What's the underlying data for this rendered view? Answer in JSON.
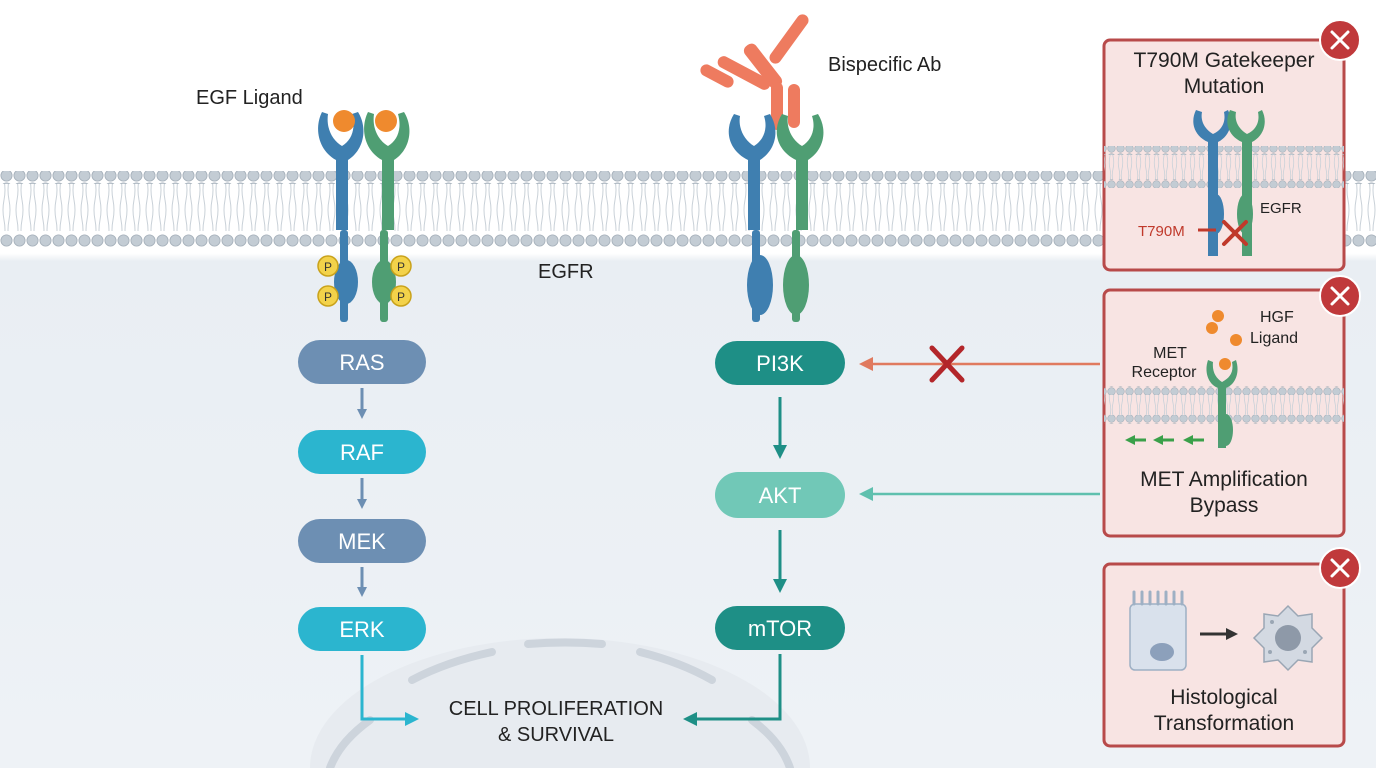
{
  "labels": {
    "egf_ligand": "EGF Ligand",
    "egfr": "EGFR",
    "bispecific_ab": "Bispecific Ab",
    "phospho": "P",
    "outcome_line1": "CELL PROLIFERATION",
    "outcome_line2": "& SURVIVAL"
  },
  "pathway_left": [
    "RAS",
    "RAF",
    "MEK",
    "ERK"
  ],
  "pathway_right": [
    "PI3K",
    "AKT",
    "mTOR"
  ],
  "resistance_panels": {
    "t790m": {
      "title_line1": "T790M Gatekeeper",
      "title_line2": "Mutation",
      "mutation_label": "T790M",
      "receptor_label": "EGFR"
    },
    "met": {
      "ligand_label_line1": "HGF",
      "ligand_label_line2": "Ligand",
      "receptor_label_line1": "MET",
      "receptor_label_line2": "Receptor",
      "title_line1": "MET Amplification",
      "title_line2": "Bypass"
    },
    "histo": {
      "title_line1": "Histological",
      "title_line2": "Transformation"
    }
  },
  "colors": {
    "receptor_blue": "#3f7fb0",
    "receptor_green": "#4f9e73",
    "ligand": "#ef8a2e",
    "antibody": "#ee7b5f",
    "ras_mek": "#6d8fb3",
    "raf_erk": "#2bb5cf",
    "pi3k_mtor": "#1e8f86",
    "akt": "#71c8b7",
    "panel_border": "#b84a4a",
    "panel_fill": "#f8e4e3",
    "block_cross": "#b3262a"
  },
  "icons": [
    "close-icon",
    "block-x-icon",
    "phospho-site-icon",
    "lipid-bilayer",
    "cell-nucleus"
  ]
}
